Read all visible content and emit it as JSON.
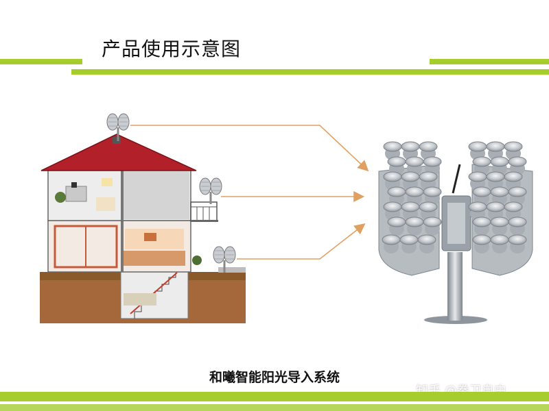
{
  "slide": {
    "title": "产品使用示意图",
    "caption": "和曦智能阳光导入系统",
    "watermark": "知乎 @拳卫自由"
  },
  "colors": {
    "accent_green": "#a6cc2e",
    "roof_red": "#b2202a",
    "arrow_orange": "#e0a060",
    "ground_brown": "#a5683a",
    "device_silver": "#c9cdd2"
  },
  "icons": [
    "house-illustration",
    "sunlight-collector-icon",
    "arrow-icon"
  ]
}
